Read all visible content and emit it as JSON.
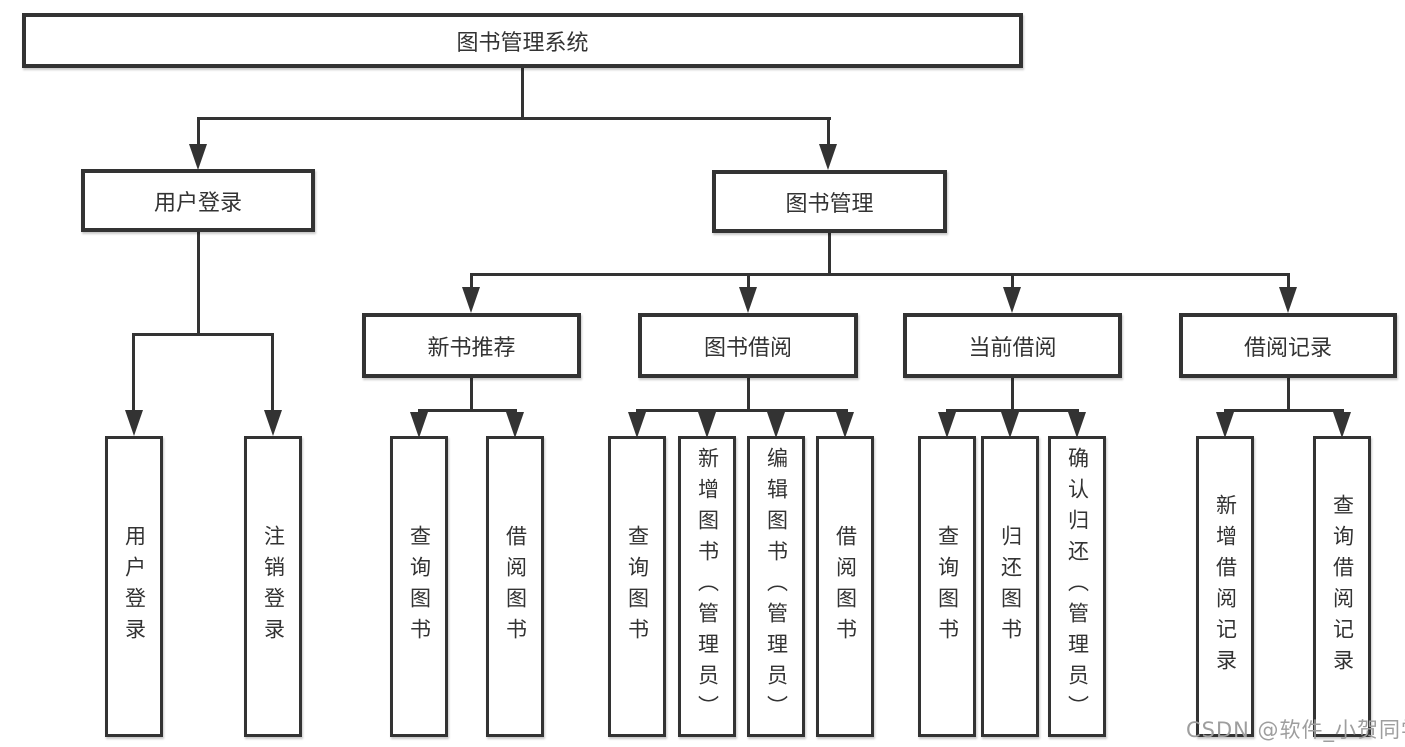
{
  "tree": {
    "label": "图书管理系统",
    "children": [
      {
        "label": "用户登录",
        "children": [
          {
            "label": "用户登录"
          },
          {
            "label": "注销登录"
          }
        ]
      },
      {
        "label": "图书管理",
        "children": [
          {
            "label": "新书推荐",
            "children": [
              {
                "label": "查询图书"
              },
              {
                "label": "借阅图书"
              }
            ]
          },
          {
            "label": "图书借阅",
            "children": [
              {
                "label": "查询图书"
              },
              {
                "label": "新增图书（管理员）"
              },
              {
                "label": "编辑图书（管理员）"
              },
              {
                "label": "借阅图书"
              }
            ]
          },
          {
            "label": "当前借阅",
            "children": [
              {
                "label": "查询图书"
              },
              {
                "label": "归还图书"
              },
              {
                "label": "确认归还（管理员）"
              }
            ]
          },
          {
            "label": "借阅记录",
            "children": [
              {
                "label": "新增借阅记录"
              },
              {
                "label": "查询借阅记录"
              }
            ]
          }
        ]
      }
    ]
  },
  "watermark": {
    "text": "CSDN @软件_小贺同学"
  },
  "colors": {
    "line": "#333333",
    "text": "#333333",
    "watermark": "#9e9e9e",
    "background": "#ffffff"
  }
}
